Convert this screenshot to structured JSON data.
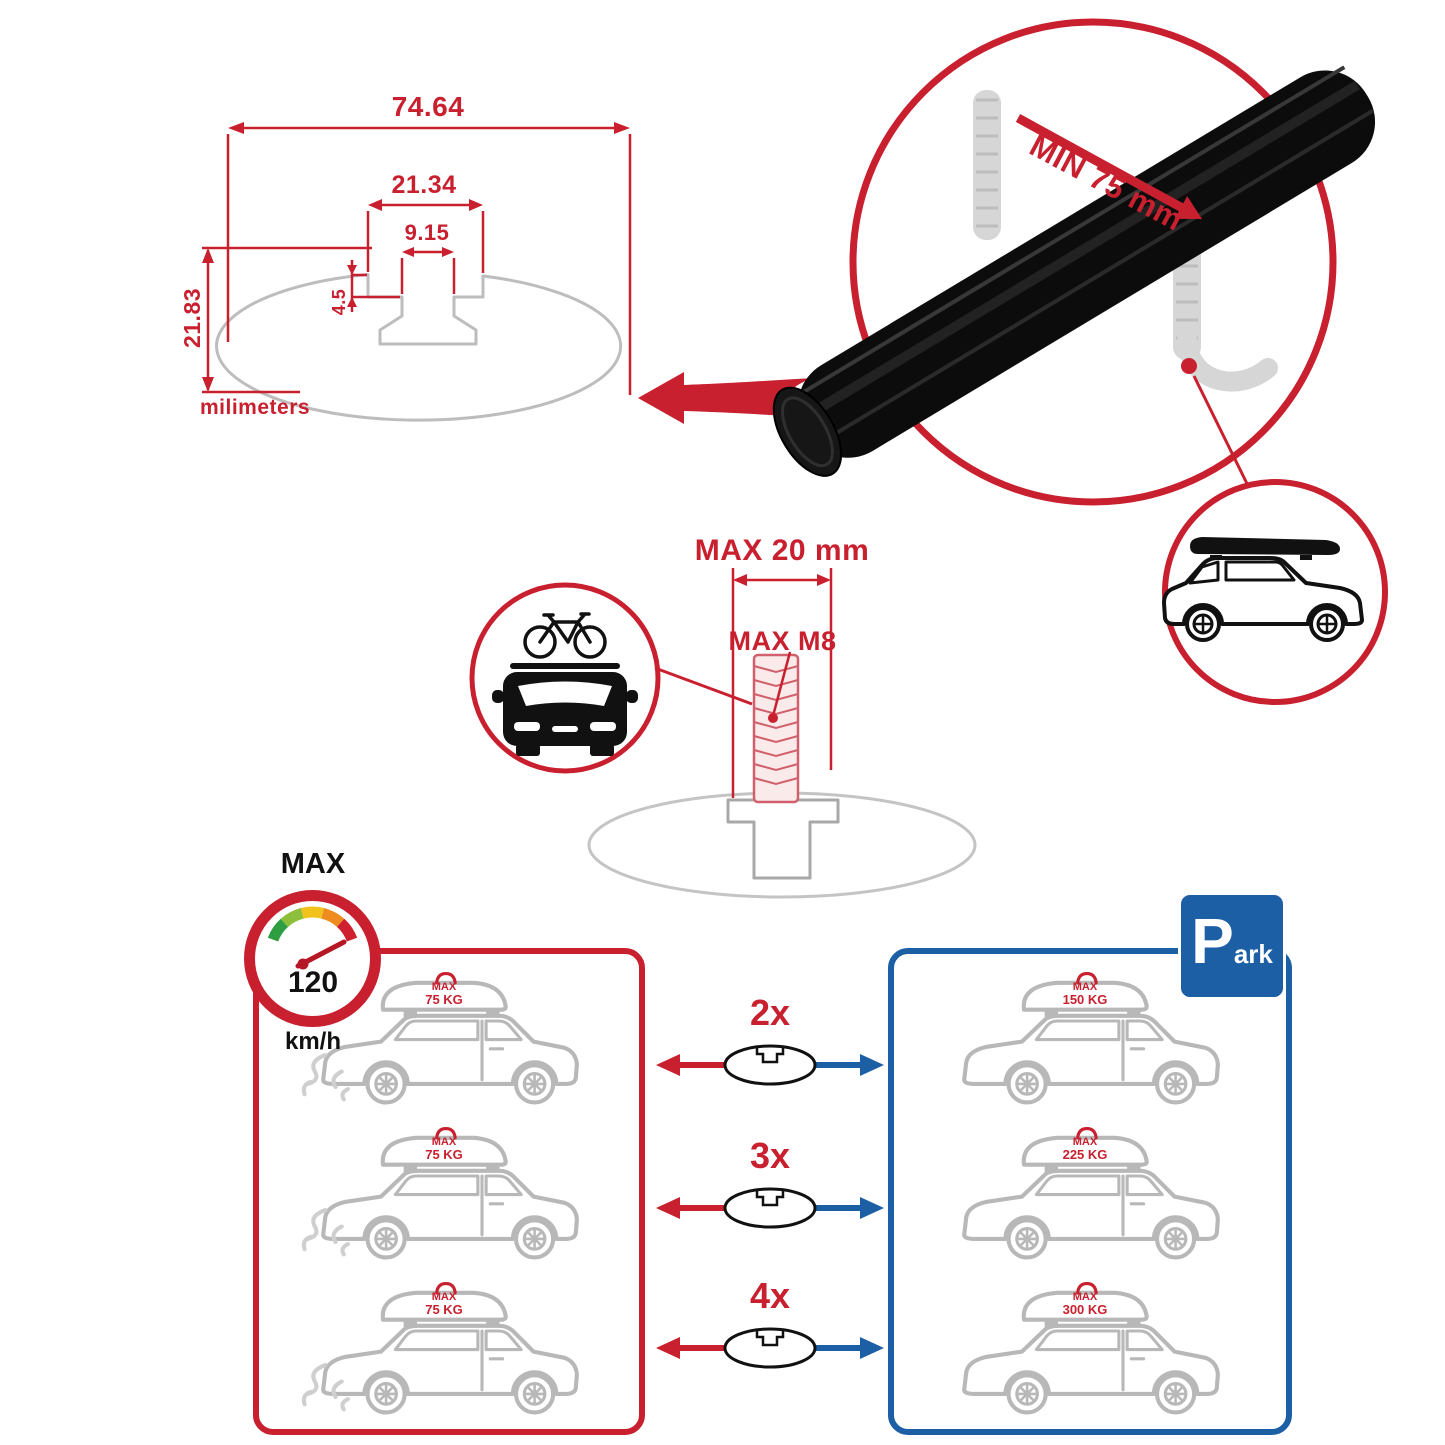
{
  "technical_drawing": {
    "dim_total_width": "74.64",
    "dim_slot_width": "21.34",
    "dim_inner_width": "9.15",
    "dim_lip_depth": "4.5",
    "dim_height": "21.83",
    "units_label": "milimeters"
  },
  "bar_detail": {
    "min_clamp_label": "MIN 75 mm"
  },
  "bolt_diagram": {
    "max_length_label": "MAX 20 mm",
    "max_thread_label": "MAX M8"
  },
  "speed_badge": {
    "title": "MAX",
    "value": "120",
    "units": "km/h"
  },
  "load_comparison": {
    "left_cars": [
      {
        "max": "MAX",
        "load": "75 KG"
      },
      {
        "max": "MAX",
        "load": "75 KG"
      },
      {
        "max": "MAX",
        "load": "75 KG"
      }
    ],
    "multipliers": [
      {
        "label": "2x"
      },
      {
        "label": "3x"
      },
      {
        "label": "4x"
      }
    ],
    "right_cars": [
      {
        "max": "MAX",
        "load": "150 KG"
      },
      {
        "max": "MAX",
        "load": "225 KG"
      },
      {
        "max": "MAX",
        "load": "300 KG"
      }
    ]
  },
  "park_sign": {
    "letter": "P",
    "suffix": "ark"
  },
  "colors": {
    "accent_red": "#c9202f",
    "accent_blue": "#1c5fa5",
    "outline_gray": "#b8b8b8",
    "bar_black": "#0c0c0c"
  }
}
